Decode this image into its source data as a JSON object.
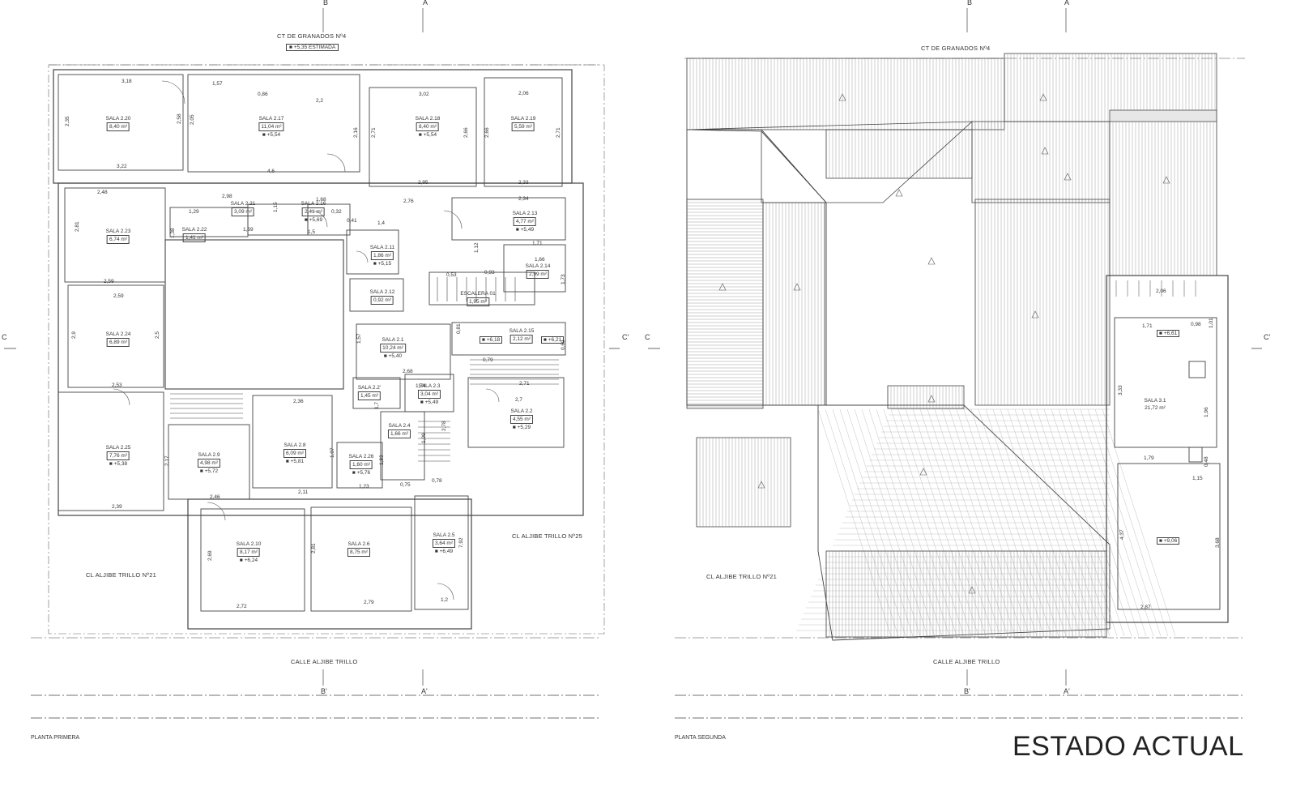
{
  "axes_top": {
    "left_b": "B",
    "left_a": "A",
    "right_b": "B",
    "right_a": "A"
  },
  "axes_bottom": {
    "left_b": "B'",
    "left_a": "A'",
    "right_b": "B'",
    "right_a": "A'"
  },
  "axes_side": {
    "left_c": "C",
    "left_c2": "C'",
    "right_c": "C",
    "right_c2": "C'"
  },
  "streets": {
    "top_left": "CT DE GRANADOS Nº4",
    "top_left_level": "■ +5,35 ESTIMADA",
    "top_right": "CT DE GRANADOS Nº4",
    "left_side_left": "CL ALJIBE TRILLO Nº21",
    "right_side_left": "CL ALJIBE TRILLO Nº25",
    "left_side_right": "CL ALJIBE TRILLO Nº21",
    "bottom_left": "CALLE ALJIBE TRILLO",
    "bottom_right": "CALLE ALJIBE TRILLO"
  },
  "plans": {
    "first": "PLANTA PRIMERA",
    "second": "PLANTA SEGUNDA"
  },
  "stamp": "ESTADO ACTUAL",
  "rooms_first": [
    {
      "name": "SALA 2.20",
      "area": "8,40 m²",
      "level": ""
    },
    {
      "name": "SALA 2.17",
      "area": "11,04 m²",
      "level": "■ +5,54"
    },
    {
      "name": "SALA 2.18",
      "area": "8,40 m²",
      "level": "■ +5,54"
    },
    {
      "name": "SALA 2.19",
      "area": "5,59 m²",
      "level": ""
    },
    {
      "name": "SALA 2.21",
      "area": "3,09 m²",
      "level": ""
    },
    {
      "name": "SALA 2.16",
      "area": "2,41 m²",
      "level": "■ +5,69"
    },
    {
      "name": "SALA 2.13",
      "area": "4,77 m²",
      "level": "■ +5,49"
    },
    {
      "name": "SALA 2.23",
      "area": "6,74 m²",
      "level": ""
    },
    {
      "name": "SALA 2.22",
      "area": "1,41 m²",
      "level": ""
    },
    {
      "name": "SALA 2.11",
      "area": "1,86 m²",
      "level": "■ +5,15"
    },
    {
      "name": "SALA 2.14",
      "area": "2,99 m²",
      "level": ""
    },
    {
      "name": "ESCALERA 01",
      "area": "1,95 m²",
      "level": ""
    },
    {
      "name": "SALA 2.12",
      "area": "0,92 m²",
      "level": ""
    },
    {
      "name": "SALA 2.24",
      "area": "6,89 m²",
      "level": ""
    },
    {
      "name": "SALA 2.1",
      "area": "10,24 m²",
      "level": "■ +5,40"
    },
    {
      "name": "SALA 2.15",
      "area": "2,12 m²",
      "level": ""
    },
    {
      "name": "SALA 2.2'",
      "area": "1,45 m²",
      "level": ""
    },
    {
      "name": "SALA 2.3",
      "area": "3,04 m²",
      "level": "■ +5,49"
    },
    {
      "name": "SALA 2.2",
      "area": "4,55 m²",
      "level": "■ +5,29"
    },
    {
      "name": "SALA 2.4",
      "area": "1,66 m²",
      "level": ""
    },
    {
      "name": "SALA 2.25",
      "area": "7,76 m²",
      "level": "■ +5,38"
    },
    {
      "name": "SALA 2.9",
      "area": "4,98 m²",
      "level": "■ +5,72"
    },
    {
      "name": "SALA 2.8",
      "area": "6,09 m²",
      "level": "■ +5,81"
    },
    {
      "name": "SALA 2.26",
      "area": "1,60 m²",
      "level": "■ +5,76"
    },
    {
      "name": "SALA 2.10",
      "area": "8,17 m²",
      "level": "■ +6,24"
    },
    {
      "name": "SALA 2.6",
      "area": "8,75 m²",
      "level": ""
    },
    {
      "name": "SALA 2.5",
      "area": "3,64 m²",
      "level": "■ +6,49"
    }
  ],
  "levels_first": [
    "■ +6,18",
    "■ +6,21"
  ],
  "dims_first": [
    "3,18",
    "1,57",
    "0,86",
    "2,2",
    "3,02",
    "2,06",
    "2,35",
    "2,58",
    "2,05",
    "2,16",
    "2,71",
    "2,66",
    "2,66",
    "2,71",
    "3,22",
    "4,6",
    "2,95",
    "2,33",
    "2,48",
    "2,98",
    "1,68",
    "2,76",
    "2,34",
    "1,29",
    "1,15",
    "0,41",
    "1,4",
    "1,69",
    "1,5",
    "2,81",
    "1,38",
    "1,12",
    "1,71",
    "1,66",
    "0,93",
    "1,73",
    "2,59",
    "2,59",
    "0,53",
    "2,9",
    "2,5",
    "0,81",
    "0,79",
    "0,69",
    "2,53",
    "2,68",
    "1,74",
    "2,71",
    "2,7",
    "2,36",
    "1,7",
    "2,78",
    "1,09",
    "2,17",
    "1,07",
    "1,83",
    "1,23",
    "0,75",
    "0,78",
    "2,39",
    "2,46",
    "2,11",
    "2,69",
    "2,81",
    "7,92",
    "2,72",
    "2,79",
    "1,2",
    "0,32",
    "1,57"
  ],
  "room_second": {
    "name": "SALA 3.1",
    "area": "21,72 m²",
    "level": ""
  },
  "levels_second": [
    "■ +6,61",
    "■ +9,06"
  ],
  "dims_second": [
    "1,71",
    "0,98",
    "1,01",
    "2,06",
    "3,33",
    "1,96",
    "1,79",
    "0,48",
    "1,15",
    "4,37",
    "3,68",
    "2,87"
  ]
}
